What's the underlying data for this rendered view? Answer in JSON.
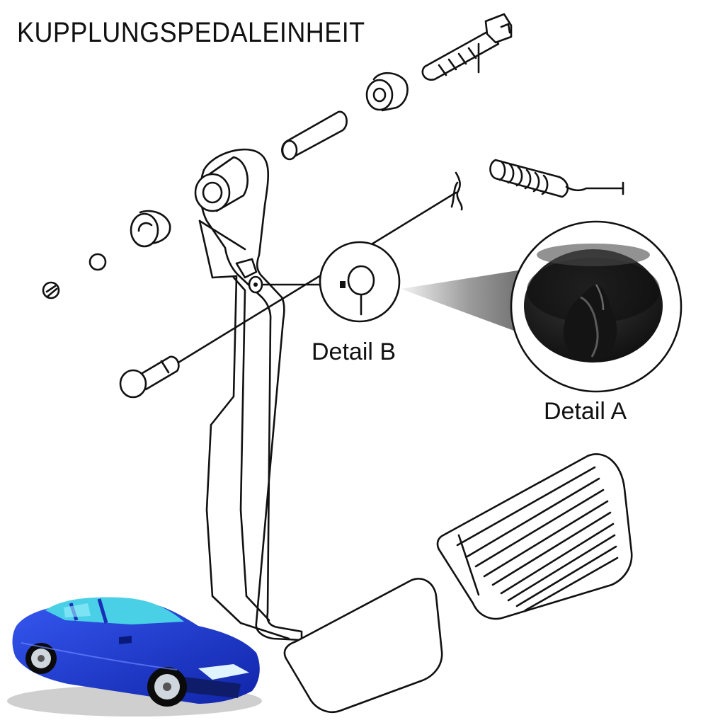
{
  "diagram": {
    "title": "KUPPLUNGSPEDALEINHEIT",
    "labels": {
      "detail_b": "Detail B",
      "detail_a": "Detail A"
    },
    "colors": {
      "ink": "#111111",
      "car_body": "#1f3fd6",
      "car_glass": "#49d0e6",
      "clip": "#1b1b1b"
    },
    "icons": [
      "car-icon",
      "clutch-pedal-icon",
      "pedal-pad-icon",
      "clip-icon"
    ]
  }
}
